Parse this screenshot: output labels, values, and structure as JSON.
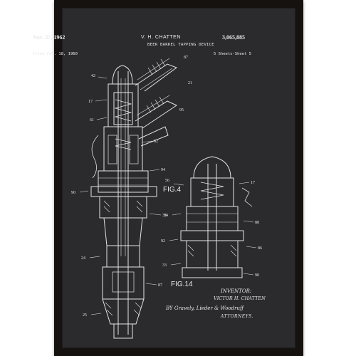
{
  "header": {
    "date": "Nov. 27, 1962",
    "inventor": "V. H. CHATTEN",
    "patent_number": "3,065,885",
    "title": "BEER BARREL TAPPING DEVICE",
    "filed": "Filed Feb. 18, 1960",
    "sheets": "5 Sheets-Sheet 5"
  },
  "figures": {
    "fig4_label": "FIG.4",
    "fig14_label": "FIG.14"
  },
  "signature": {
    "inventor_label": "INVENTOR:",
    "inventor_name": "VICTOR H. CHATTEN",
    "by_line": "BY Gravely, Lieder & Woodruff",
    "attorneys": "ATTORNEYS."
  },
  "colors": {
    "frame": "#15120f",
    "paper": "#2b2b2d",
    "ink": "#e8e8e8"
  }
}
